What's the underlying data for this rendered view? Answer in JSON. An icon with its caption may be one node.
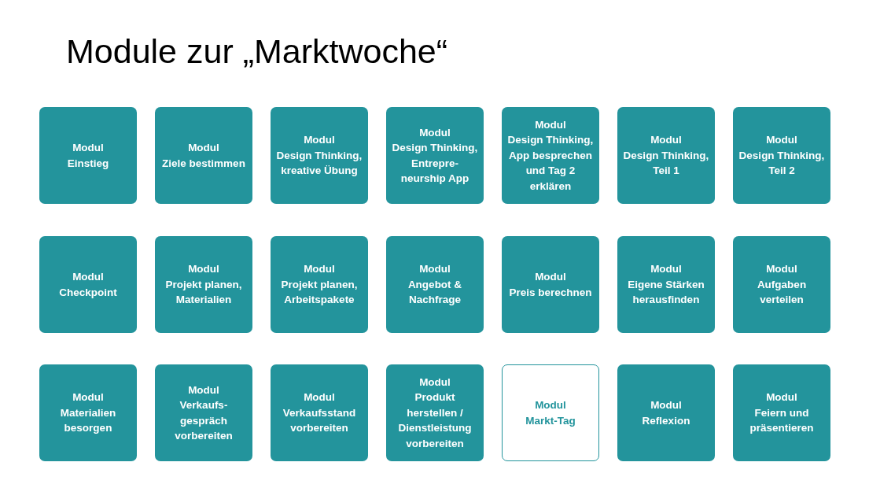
{
  "diagram": {
    "title": "Module zur „Marktwoche“",
    "nodes": [
      {
        "text": [
          "Modul",
          "Einstieg"
        ]
      },
      {
        "text": [
          "Modul",
          "Ziele bestimmen"
        ]
      },
      {
        "text": [
          "Modul",
          "Design Thinking, kreative Übung"
        ]
      },
      {
        "text": [
          "Modul",
          "Design Thinking, Entrepre- neurship App"
        ]
      },
      {
        "text": [
          "Modul",
          "Design Thinking, App besprechen und Tag 2 erklären"
        ]
      },
      {
        "text": [
          "Modul",
          "Design Thinking, Teil 1"
        ]
      },
      {
        "text": [
          "Modul",
          "Design Thinking, Teil 2"
        ]
      },
      {
        "text": [
          "Modul",
          "Checkpoint"
        ]
      },
      {
        "text": [
          "Modul",
          "Projekt planen, Materialien"
        ]
      },
      {
        "text": [
          "Modul",
          "Projekt planen, Arbeitspakete"
        ]
      },
      {
        "text": [
          "Modul",
          "Angebot & Nachfrage"
        ]
      },
      {
        "text": [
          "Modul",
          "Preis berechnen"
        ]
      },
      {
        "text": [
          "Modul",
          "Eigene Stärken herausfinden"
        ]
      },
      {
        "text": [
          "Modul",
          "Aufgaben verteilen"
        ]
      },
      {
        "text": [
          "Modul",
          "Materialien besorgen"
        ]
      },
      {
        "text": [
          "Modul",
          "Verkaufs- gespräch vorbereiten"
        ]
      },
      {
        "text": [
          "Modul",
          "Verkaufsstand vorbereiten"
        ]
      },
      {
        "text": [
          "Modul",
          "Produkt herstellen / Dienstleistung vorbereiten"
        ]
      },
      {
        "text": [
          "Modul",
          "Markt-Tag"
        ]
      },
      {
        "text": [
          "Modul",
          "Reflexion"
        ]
      },
      {
        "text": [
          "Modul",
          "Feiern und präsentieren"
        ]
      }
    ]
  }
}
